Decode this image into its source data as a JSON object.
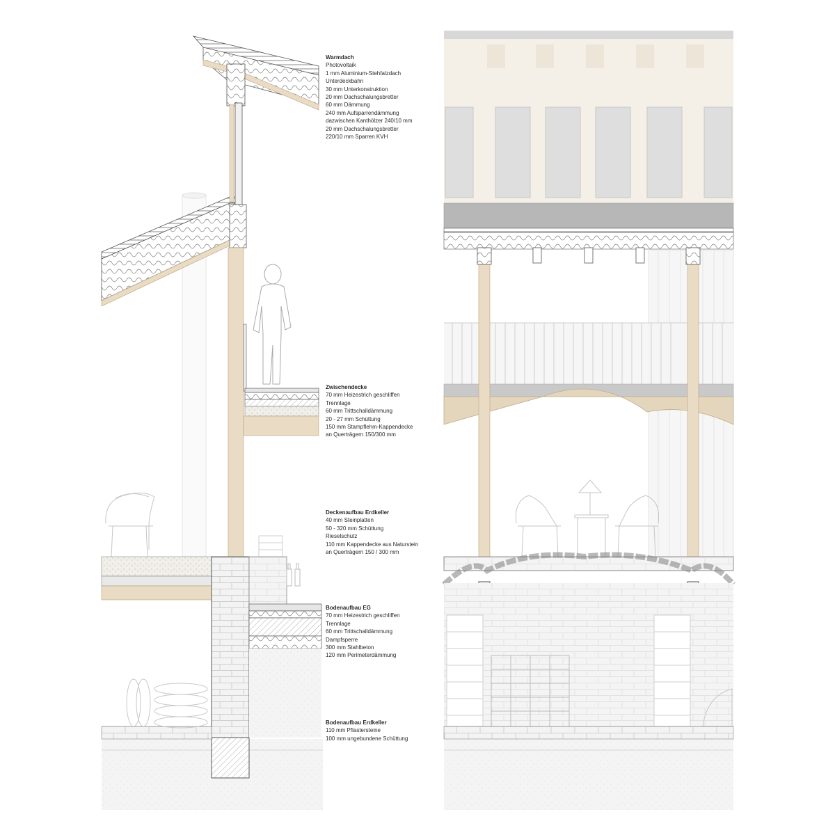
{
  "colors": {
    "wood": "#eadbc4",
    "wood_dark": "#d9c6a5",
    "masonry": "#f2f2f2",
    "masonry_line": "#9a9a9a",
    "glass": "#dedede",
    "glass_frame": "#f4efe7",
    "insulation": "#ffffff",
    "hatch": "#b8b8b8",
    "ground": "#f3f3f3",
    "text": "#2a2a2a"
  },
  "annotations": [
    {
      "title": "Warmdach",
      "lines": [
        "Photovoltaik",
        "1 mm Aluminium-Stehfalzdach",
        "Unterdeckbahn",
        "30 mm Unterkonstruktion",
        "20 mm Dachschalungsbretter",
        "60 mm Dämmung",
        "240 mm Aufsparrendämmung",
        "dazwischen Kanthölzer 240/10 mm",
        "20 mm Dachschalungsbretter",
        "220/10 mm Sparren KVH"
      ]
    },
    {
      "title": "Zwischendecke",
      "lines": [
        "70 mm Heizestrich geschliffen",
        "Trennlage",
        "60 mm Trittschalldämmung",
        "20 - 27 mm Schüttung",
        "150 mm Stampflehm-Kappendecke",
        "an Querträgern 150/300 mm"
      ]
    },
    {
      "title": "Deckenaufbau Erdkeller",
      "lines": [
        "40 mm Steinplatten",
        "50 - 320 mm Schüttung",
        "Rieselschutz",
        "110 mm Kappendecke aus Naturstein",
        "an Querträgern 150 / 300 mm"
      ]
    },
    {
      "title": "Bodenaufbau EG",
      "lines": [
        "70 mm Heizestrich geschliffen",
        "Trennlage",
        "60 mm Trittschalldämmung",
        "Dampfsperre",
        "300 mm Stahlbeton",
        "120 mm Perimeterdämmung"
      ]
    },
    {
      "title": "Bodenaufbau Erdkeller",
      "lines": [
        "110 mm Pflastersteine",
        "100 mm ungebundene Schüttung"
      ]
    }
  ]
}
